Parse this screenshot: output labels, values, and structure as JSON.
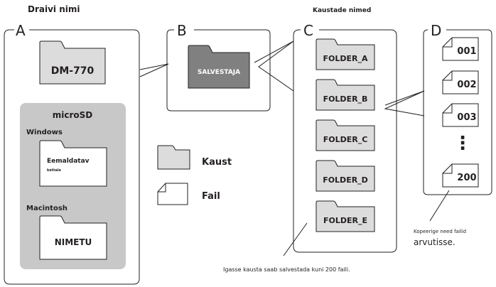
{
  "heading_drive": "Draivi nimi",
  "heading_folders": "Kaustade nimed",
  "section_labels": {
    "a": "A",
    "b": "B",
    "c": "C",
    "d": "D"
  },
  "drive_name": "DM-770",
  "microsd": {
    "title": "microSD",
    "windows_label": "Windows",
    "windows_name_line1": "Eemaldatav",
    "windows_name_line2": "kettale",
    "mac_label": "Macintosh",
    "mac_name": "NIMETU"
  },
  "recorder_folder": "SALVESTAJA",
  "folders": [
    "FOLDER_A",
    "FOLDER_B",
    "FOLDER_C",
    "FOLDER_D",
    "FOLDER_E"
  ],
  "files": [
    "001",
    "002",
    "003",
    "200"
  ],
  "ellipsis": "⋮",
  "legend": {
    "folder": "Kaust",
    "file": "Fail"
  },
  "note_folder_capacity": "Igasse kausta saab salvestada kuni 200 faili.",
  "note_copy_line1": "Kopeerige need failid",
  "note_copy_line2": "arvutisse.",
  "colors": {
    "line": "#231f20",
    "folder_fill": "#dcdcdc",
    "recorder_fill": "#808080",
    "microsd_bg": "#c8c8c8",
    "white": "#ffffff"
  }
}
